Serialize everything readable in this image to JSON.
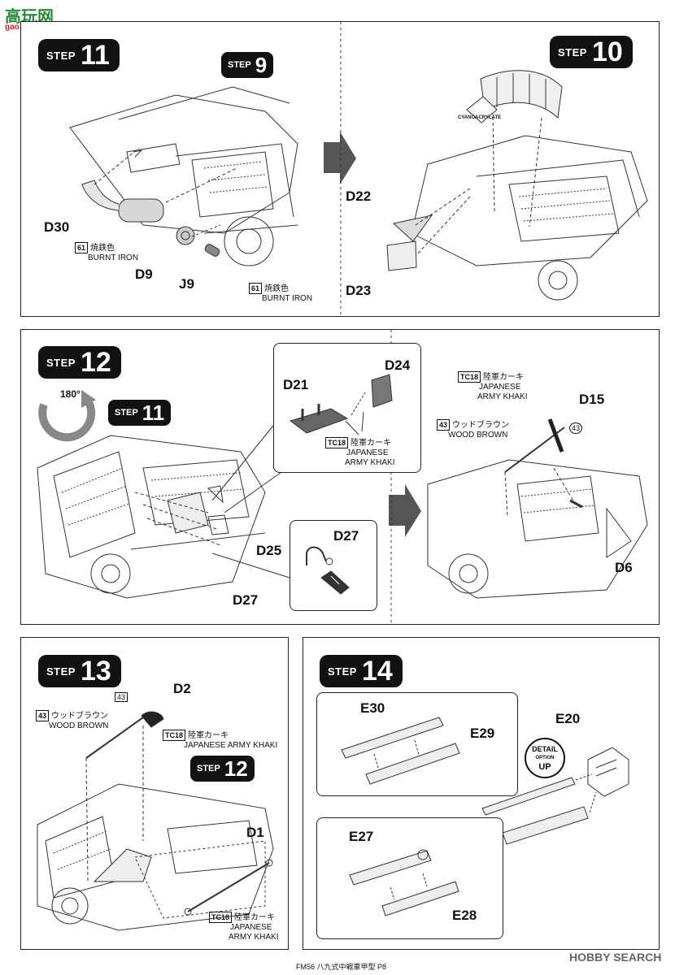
{
  "watermark": {
    "logo_text": "高玩网",
    "url": "gao.shou.com"
  },
  "steps": {
    "s11": {
      "word": "STEP",
      "num": "11",
      "ref_word": "STEP",
      "ref_num": "9",
      "parts": {
        "d30": "D30",
        "d9": "D9",
        "j9": "J9"
      },
      "paint1": {
        "code": "61",
        "jp": "焼鉄色",
        "en": "BURNT IRON"
      },
      "paint2": {
        "code": "61",
        "jp": "焼鉄色",
        "en": "BURNT IRON"
      }
    },
    "s10": {
      "word": "STEP",
      "num": "10",
      "cyano": "CYANOACRYLATE",
      "parts": {
        "d22": "D22",
        "d23": "D23"
      }
    },
    "s12": {
      "word": "STEP",
      "num": "12",
      "rotate": "180°",
      "ref_word": "STEP",
      "ref_num": "11",
      "parts": {
        "d21": "D21",
        "d24": "D24",
        "d25": "D25",
        "d27": "D27",
        "d27b": "D27"
      },
      "paint": {
        "code": "TC18",
        "jp": "陸軍カーキ",
        "en1": "JAPANESE",
        "en2": "ARMY KHAKI"
      }
    },
    "s12r": {
      "parts": {
        "d15": "D15",
        "d6": "D6"
      },
      "paint_khaki": {
        "code": "TC18",
        "jp": "陸軍カーキ",
        "en1": "JAPANESE",
        "en2": "ARMY KHAKI"
      },
      "paint_wood": {
        "code": "43",
        "jp": "ウッドブラウン",
        "en": "WOOD BROWN"
      },
      "callout": "43"
    },
    "s13": {
      "word": "STEP",
      "num": "13",
      "ref_word": "STEP",
      "ref_num": "12",
      "parts": {
        "d2": "D2",
        "d1": "D1"
      },
      "paint_wood": {
        "code": "43",
        "jp": "ウッドブラウン",
        "en": "WOOD BROWN"
      },
      "callout": "43",
      "paint_khaki1": {
        "code": "TC18",
        "jp": "陸軍カーキ",
        "en": "JAPANESE ARMY KHAKI"
      },
      "paint_khaki2": {
        "code": "TC18",
        "jp": "陸軍カーキ",
        "en1": "JAPANESE",
        "en2": "ARMY KHAKI"
      }
    },
    "s14": {
      "word": "STEP",
      "num": "14",
      "parts": {
        "e30": "E30",
        "e29": "E29",
        "e20": "E20",
        "e27": "E27",
        "e28": "E28"
      },
      "detail": {
        "l1": "DETAIL",
        "l2": "OPTION",
        "l3": "UP"
      }
    }
  },
  "footer": {
    "text": "FM56 八九式中戦車甲型 P8",
    "brand": "HOBBY SEARCH"
  }
}
